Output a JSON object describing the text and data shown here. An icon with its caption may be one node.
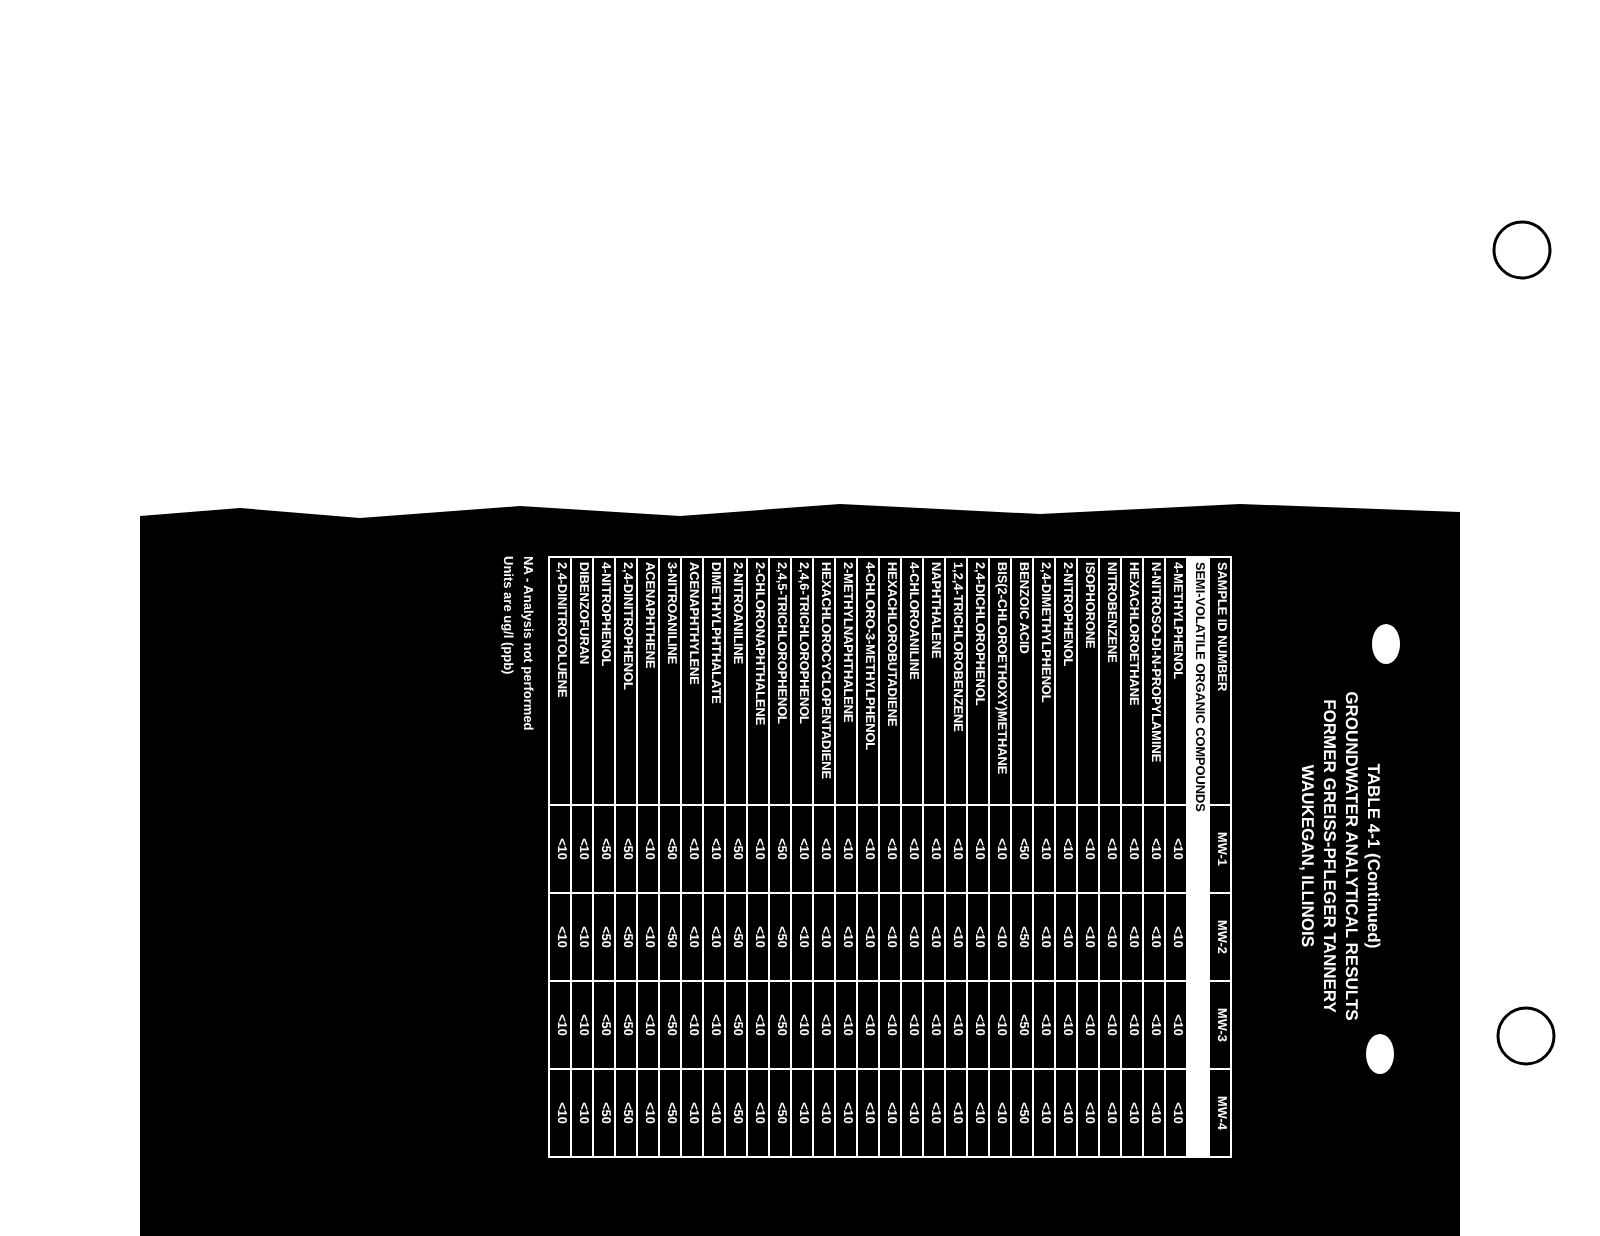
{
  "diagram": {
    "title": "TABLE 4-1 (Continued)",
    "labels": [
      "GROUNDWATER ANALYTICAL RESULTS",
      "FORMER GREISS-PFLEGER TANNERY",
      "WAUKEGAN, ILLINOIS",
      "SAMPLE ID NUMBER",
      "MW-1",
      "MW-2",
      "MW-3",
      "MW-4",
      "SEMI-VOLATILE ORGANIC COMPOUNDS",
      "4-METHYLPHENOL",
      "<10",
      "<10",
      "<10",
      "<10",
      "N-NITROSO-DI-N-PROPYLAMINE",
      "<10",
      "<10",
      "<10",
      "<10",
      "HEXACHLOROETHANE",
      "<10",
      "<10",
      "<10",
      "<10",
      "NITROBENZENE",
      "<10",
      "<10",
      "<10",
      "<10",
      "ISOPHORONE",
      "<10",
      "<10",
      "<10",
      "<10",
      "2-NITROPHENOL",
      "<10",
      "<10",
      "<10",
      "<10",
      "2,4-DIMETHYLPHENOL",
      "<10",
      "<10",
      "<10",
      "<10",
      "BENZOIC ACID",
      "<50",
      "<50",
      "<50",
      "<50",
      "BIS(2-CHLOROETHOXY)METHANE",
      "<10",
      "<10",
      "<10",
      "<10",
      "2,4-DICHLOROPHENOL",
      "<10",
      "<10",
      "<10",
      "<10",
      "1,2,4-TRICHLOROBENZENE",
      "<10",
      "<10",
      "<10",
      "<10",
      "NAPHTHALENE",
      "<10",
      "<10",
      "<10",
      "<10",
      "4-CHLOROANILINE",
      "<10",
      "<10",
      "<10",
      "<10",
      "HEXACHLOROBUTADIENE",
      "<10",
      "<10",
      "<10",
      "<10",
      "4-CHLORO-3-METHYLPHENOL",
      "<10",
      "<10",
      "<10",
      "<10",
      "2-METHYLNAPHTHALENE",
      "<10",
      "<10",
      "<10",
      "<10",
      "HEXACHLOROCYCLOPENTADIENE",
      "<10",
      "<10",
      "<10",
      "<10",
      "2,4,6-TRICHLOROPHENOL",
      "<10",
      "<10",
      "<10",
      "<10",
      "2,4,5-TRICHLOROPHENOL",
      "<50",
      "<50",
      "<50",
      "<50",
      "2-CHLORONAPHTHALENE",
      "<10",
      "<10",
      "<10",
      "<10",
      "2-NITROANILINE",
      "<50",
      "<50",
      "<50",
      "<50",
      "DIMETHYLPHTHALATE",
      "<10",
      "<10",
      "<10",
      "<10",
      "ACENAPHTHYLENE",
      "<10",
      "<10",
      "<10",
      "<10",
      "3-NITROANILINE",
      "<50",
      "<50",
      "<50",
      "<50",
      "ACENAPHTHENE",
      "<10",
      "<10",
      "<10",
      "<10",
      "2,4-DINITROPHENOL",
      "<50",
      "<50",
      "<50",
      "<50",
      "4-NITROPHENOL",
      "<50",
      "<50",
      "<50",
      "<50",
      "DIBENZOFURAN",
      "<10",
      "<10",
      "<10",
      "<10",
      "2,4-DINITROTOLUENE",
      "<10",
      "<10",
      "<10",
      "<10",
      "NA - Analysis not performed",
      "Units are ug/l (ppb)"
    ]
  }
}
